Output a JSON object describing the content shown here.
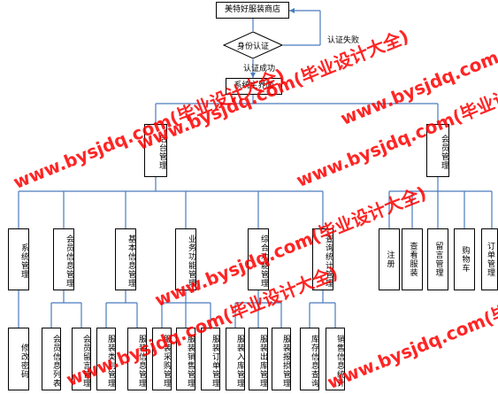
{
  "root": "美特好服装商店",
  "decision": "身份认证",
  "edge_success": "认证成功",
  "edge_fail": "认证失败",
  "main": "系统主界面",
  "backend": "后台管理",
  "member": "会员管理",
  "backend_modules": [
    "系统管理",
    "会员信息管理",
    "基本信息管理",
    "业务功能管理",
    "综合功能管理",
    "查询统计管理"
  ],
  "member_modules": [
    "注册",
    "查看服装",
    "留言管理",
    "购物车",
    "订单管理"
  ],
  "leaves": [
    "修改密码",
    "会员信息列表",
    "会员留言管理",
    "服装类别管理",
    "服装信息管理",
    "服装采购管理",
    "服装销售管理",
    "服装订单管理",
    "服装入库管理",
    "服装出库管理",
    "服装报损管理",
    "库存信息查询",
    "销售信息统计"
  ],
  "watermarks": [
    "www.bysjdq.com(毕业设计大全)",
    "www.bysjdq.com(毕业设计大全)",
    "www.bysjdq.com(毕业设计大全)",
    "www.bysjdq.com(毕业设计大全)",
    "www.bysjdq.com(毕业设计大全)",
    "www.bysjdq.com(毕业设计大全)",
    "www.bysjdq.com(毕业设计大全)"
  ],
  "colors": {
    "connector": "#4a7bbd",
    "watermark": "#ff0000",
    "border": "#000000"
  }
}
